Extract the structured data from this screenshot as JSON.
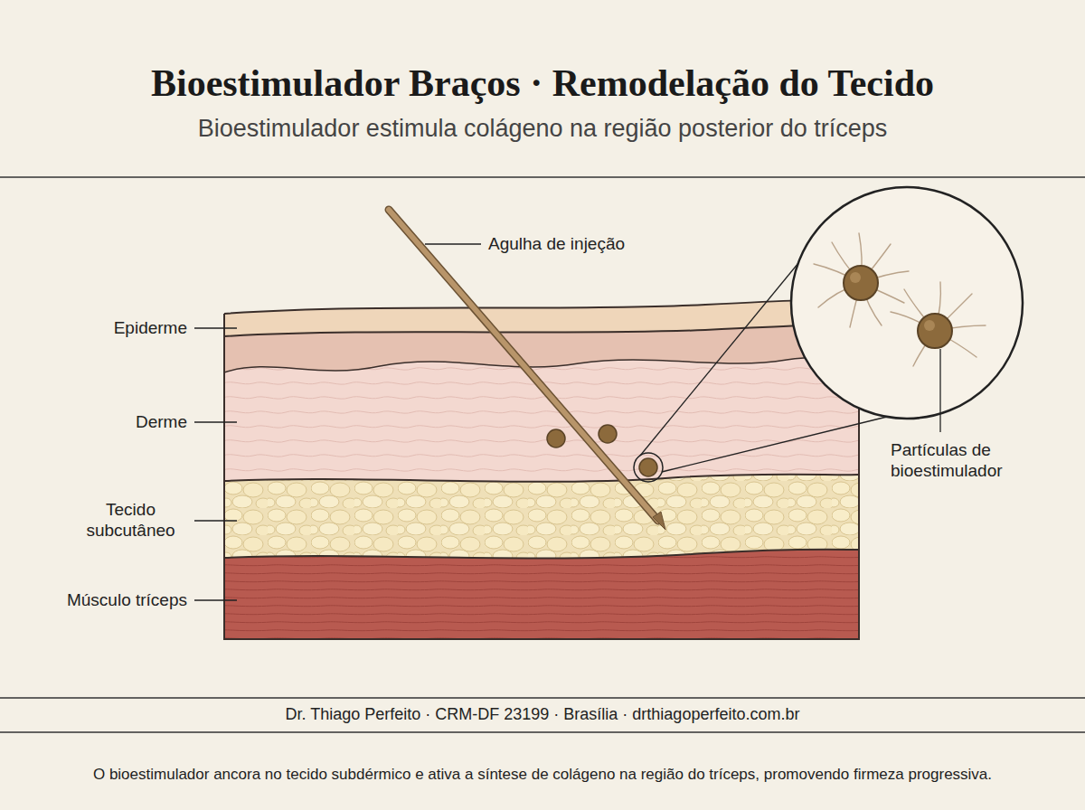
{
  "diagram": {
    "title": "Bioestimulador Braços · Remodelação do Tecido",
    "caption": "O bioestimulador ancora no tecido subdérmico e ativa a síntese de colágeno na região do tríceps, promovendo firmeza progressiva.",
    "labels": [
      "Bioestimulador estimula colágeno na região posterior do tríceps",
      "Agulha de injeção",
      "Epiderme",
      "Derme",
      "Tecido subcutâneo",
      "Músculo tríceps",
      "Partículas de bioestimulador",
      "Dr. Thiago Perfeito · CRM-DF 23199 · Brasília · drthiagoperfeito.com.br"
    ]
  }
}
